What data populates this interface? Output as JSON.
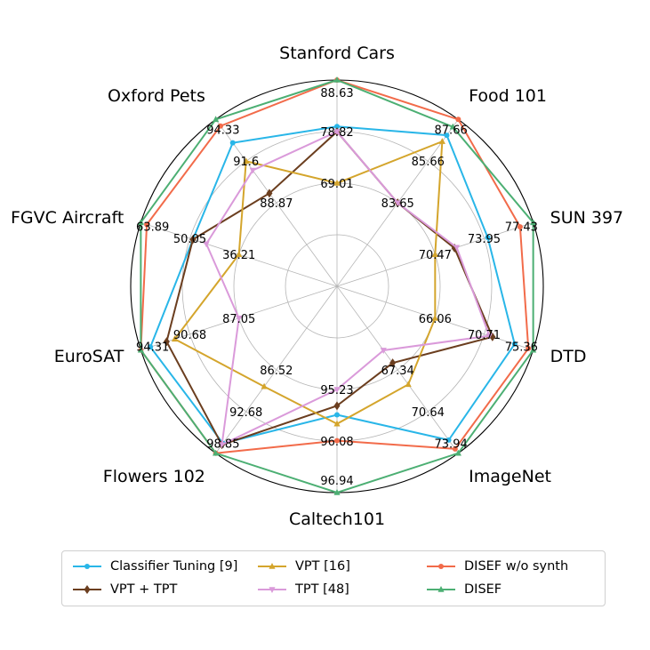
{
  "chart_data": {
    "type": "radar",
    "axes": [
      "Stanford Cars",
      "Food 101",
      "SUN 397",
      "DTD",
      "ImageNet",
      "Caltech101",
      "Flowers 102",
      "EuroSAT",
      "FGVC Aircraft",
      "Oxford Pets"
    ],
    "tick_labels": [
      [
        "69.01",
        "78.82",
        "88.63"
      ],
      [
        "83.65",
        "85.66",
        "87.66"
      ],
      [
        "70.47",
        "73.95",
        "77.43"
      ],
      [
        "66.06",
        "70.71",
        "75.36"
      ],
      [
        "67.34",
        "70.64",
        "73.94"
      ],
      [
        "95.23",
        "96.08",
        "96.94"
      ],
      [
        "86.52",
        "92.68",
        "98.85"
      ],
      [
        "87.05",
        "90.68",
        "94.31"
      ],
      [
        "36.21",
        "50.05",
        "63.89"
      ],
      [
        "88.87",
        "91.6",
        "94.33"
      ]
    ],
    "series": [
      {
        "name": "Classifier Tuning [9]",
        "color": "#29b6e8",
        "marker": "circle",
        "values": [
          79.8,
          86.9,
          74.2,
          73.6,
          72.9,
          95.65,
          97.4,
          93.6,
          49.2,
          92.8
        ]
      },
      {
        "name": "VPT + TPT",
        "color": "#6b3e1f",
        "marker": "diamond",
        "values": [
          78.8,
          83.65,
          71.85,
          71.5,
          66.8,
          95.5,
          97.6,
          92.4,
          49.2,
          89.5
        ]
      },
      {
        "name": "VPT [16]",
        "color": "#d4a52c",
        "marker": "triangle-up",
        "values": [
          69.01,
          86.6,
          70.47,
          66.06,
          68.5,
          95.8,
          89.0,
          91.8,
          36.21,
          91.6
        ]
      },
      {
        "name": "TPT [48]",
        "color": "#da9ada",
        "marker": "triangle-down",
        "values": [
          78.82,
          83.65,
          72.0,
          71.2,
          65.8,
          95.23,
          97.6,
          87.05,
          45.4,
          91.0
        ]
      },
      {
        "name": "DISEF w/o synth",
        "color": "#f26b4a",
        "marker": "circle",
        "values": [
          88.63,
          87.66,
          76.5,
          74.9,
          73.6,
          96.08,
          98.85,
          94.31,
          62.2,
          93.9
        ]
      },
      {
        "name": "DISEF",
        "color": "#4caf73",
        "marker": "triangle-up",
        "values": [
          88.63,
          87.3,
          77.43,
          75.36,
          73.94,
          96.94,
          98.85,
          94.31,
          63.89,
          94.33
        ]
      }
    ],
    "legend_placement": "bottom",
    "grid": true
  }
}
